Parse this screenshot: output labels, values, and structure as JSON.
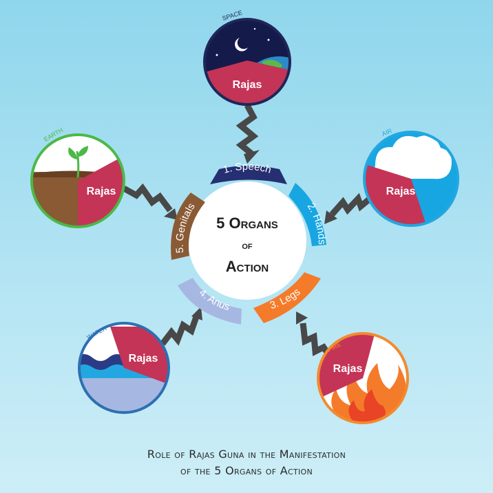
{
  "center": {
    "line1": "5 Organs",
    "line2": "of",
    "line3": "Action"
  },
  "organs": [
    {
      "label": "1. Speech",
      "color": "#252f72"
    },
    {
      "label": "2. Hands",
      "color": "#17a6e2"
    },
    {
      "label": "3. Legs",
      "color": "#f47b2a"
    },
    {
      "label": "4. Anus",
      "color": "#a6b8e2"
    },
    {
      "label": "5. Genitals",
      "color": "#8a5a34"
    }
  ],
  "elements": [
    {
      "name": "SPACE",
      "color": "#1f2659"
    },
    {
      "name": "AIR",
      "color": "#22a7e1"
    },
    {
      "name": "FIRE",
      "color": "#f38a2f"
    },
    {
      "name": "WATER",
      "color": "#2e6fb1"
    },
    {
      "name": "EARTH",
      "color": "#4cb848"
    }
  ],
  "guna_label": "Rajas",
  "guna_color": "#c43456",
  "caption": {
    "line1": "Role of Rajas Guna in the Manifestation",
    "line2": "of the 5 Organs of Action"
  }
}
